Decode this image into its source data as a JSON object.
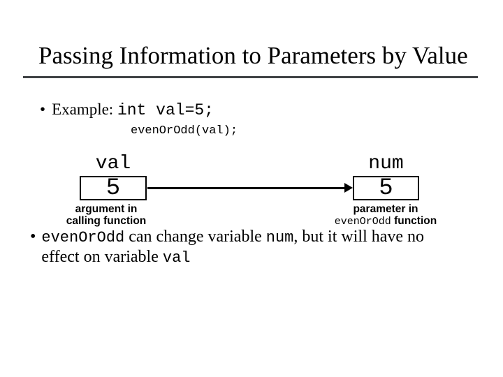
{
  "slide": {
    "title": "Passing Information to Parameters by Value",
    "colors": {
      "background": "#ffffff",
      "text": "#000000",
      "rule": "#3f4245",
      "box_border": "#000000",
      "arrow": "#000000"
    },
    "example": {
      "bullet": "•",
      "lines": [
        [
          {
            "t": "Example: ",
            "f": "serif"
          },
          {
            "t": "int val=5;",
            "f": "mono"
          }
        ]
      ],
      "code_continuation": "evenOrOdd(val);"
    },
    "diagram": {
      "argument": {
        "name": "val",
        "value": "5"
      },
      "parameter": {
        "name": "num",
        "value": "5"
      },
      "argument_caption": [
        [
          {
            "t": "argument in",
            "f": "bold"
          }
        ],
        [
          {
            "t": "calling function",
            "f": "bold"
          }
        ]
      ],
      "parameter_caption": [
        [
          {
            "t": "parameter in",
            "f": "bold"
          }
        ],
        [
          {
            "t": "evenOrOdd",
            "f": "mono"
          },
          {
            "t": " function",
            "f": "bold"
          }
        ]
      ]
    },
    "conclusion": {
      "bullet": "•",
      "lines": [
        [
          {
            "t": "evenOrOdd",
            "f": "mono"
          },
          {
            "t": " can change variable ",
            "f": "serif"
          },
          {
            "t": "num",
            "f": "mono"
          },
          {
            "t": ", but it will have no",
            "f": "serif"
          }
        ],
        [
          {
            "t": "effect on variable ",
            "f": "serif"
          },
          {
            "t": "val",
            "f": "mono"
          }
        ]
      ]
    }
  }
}
